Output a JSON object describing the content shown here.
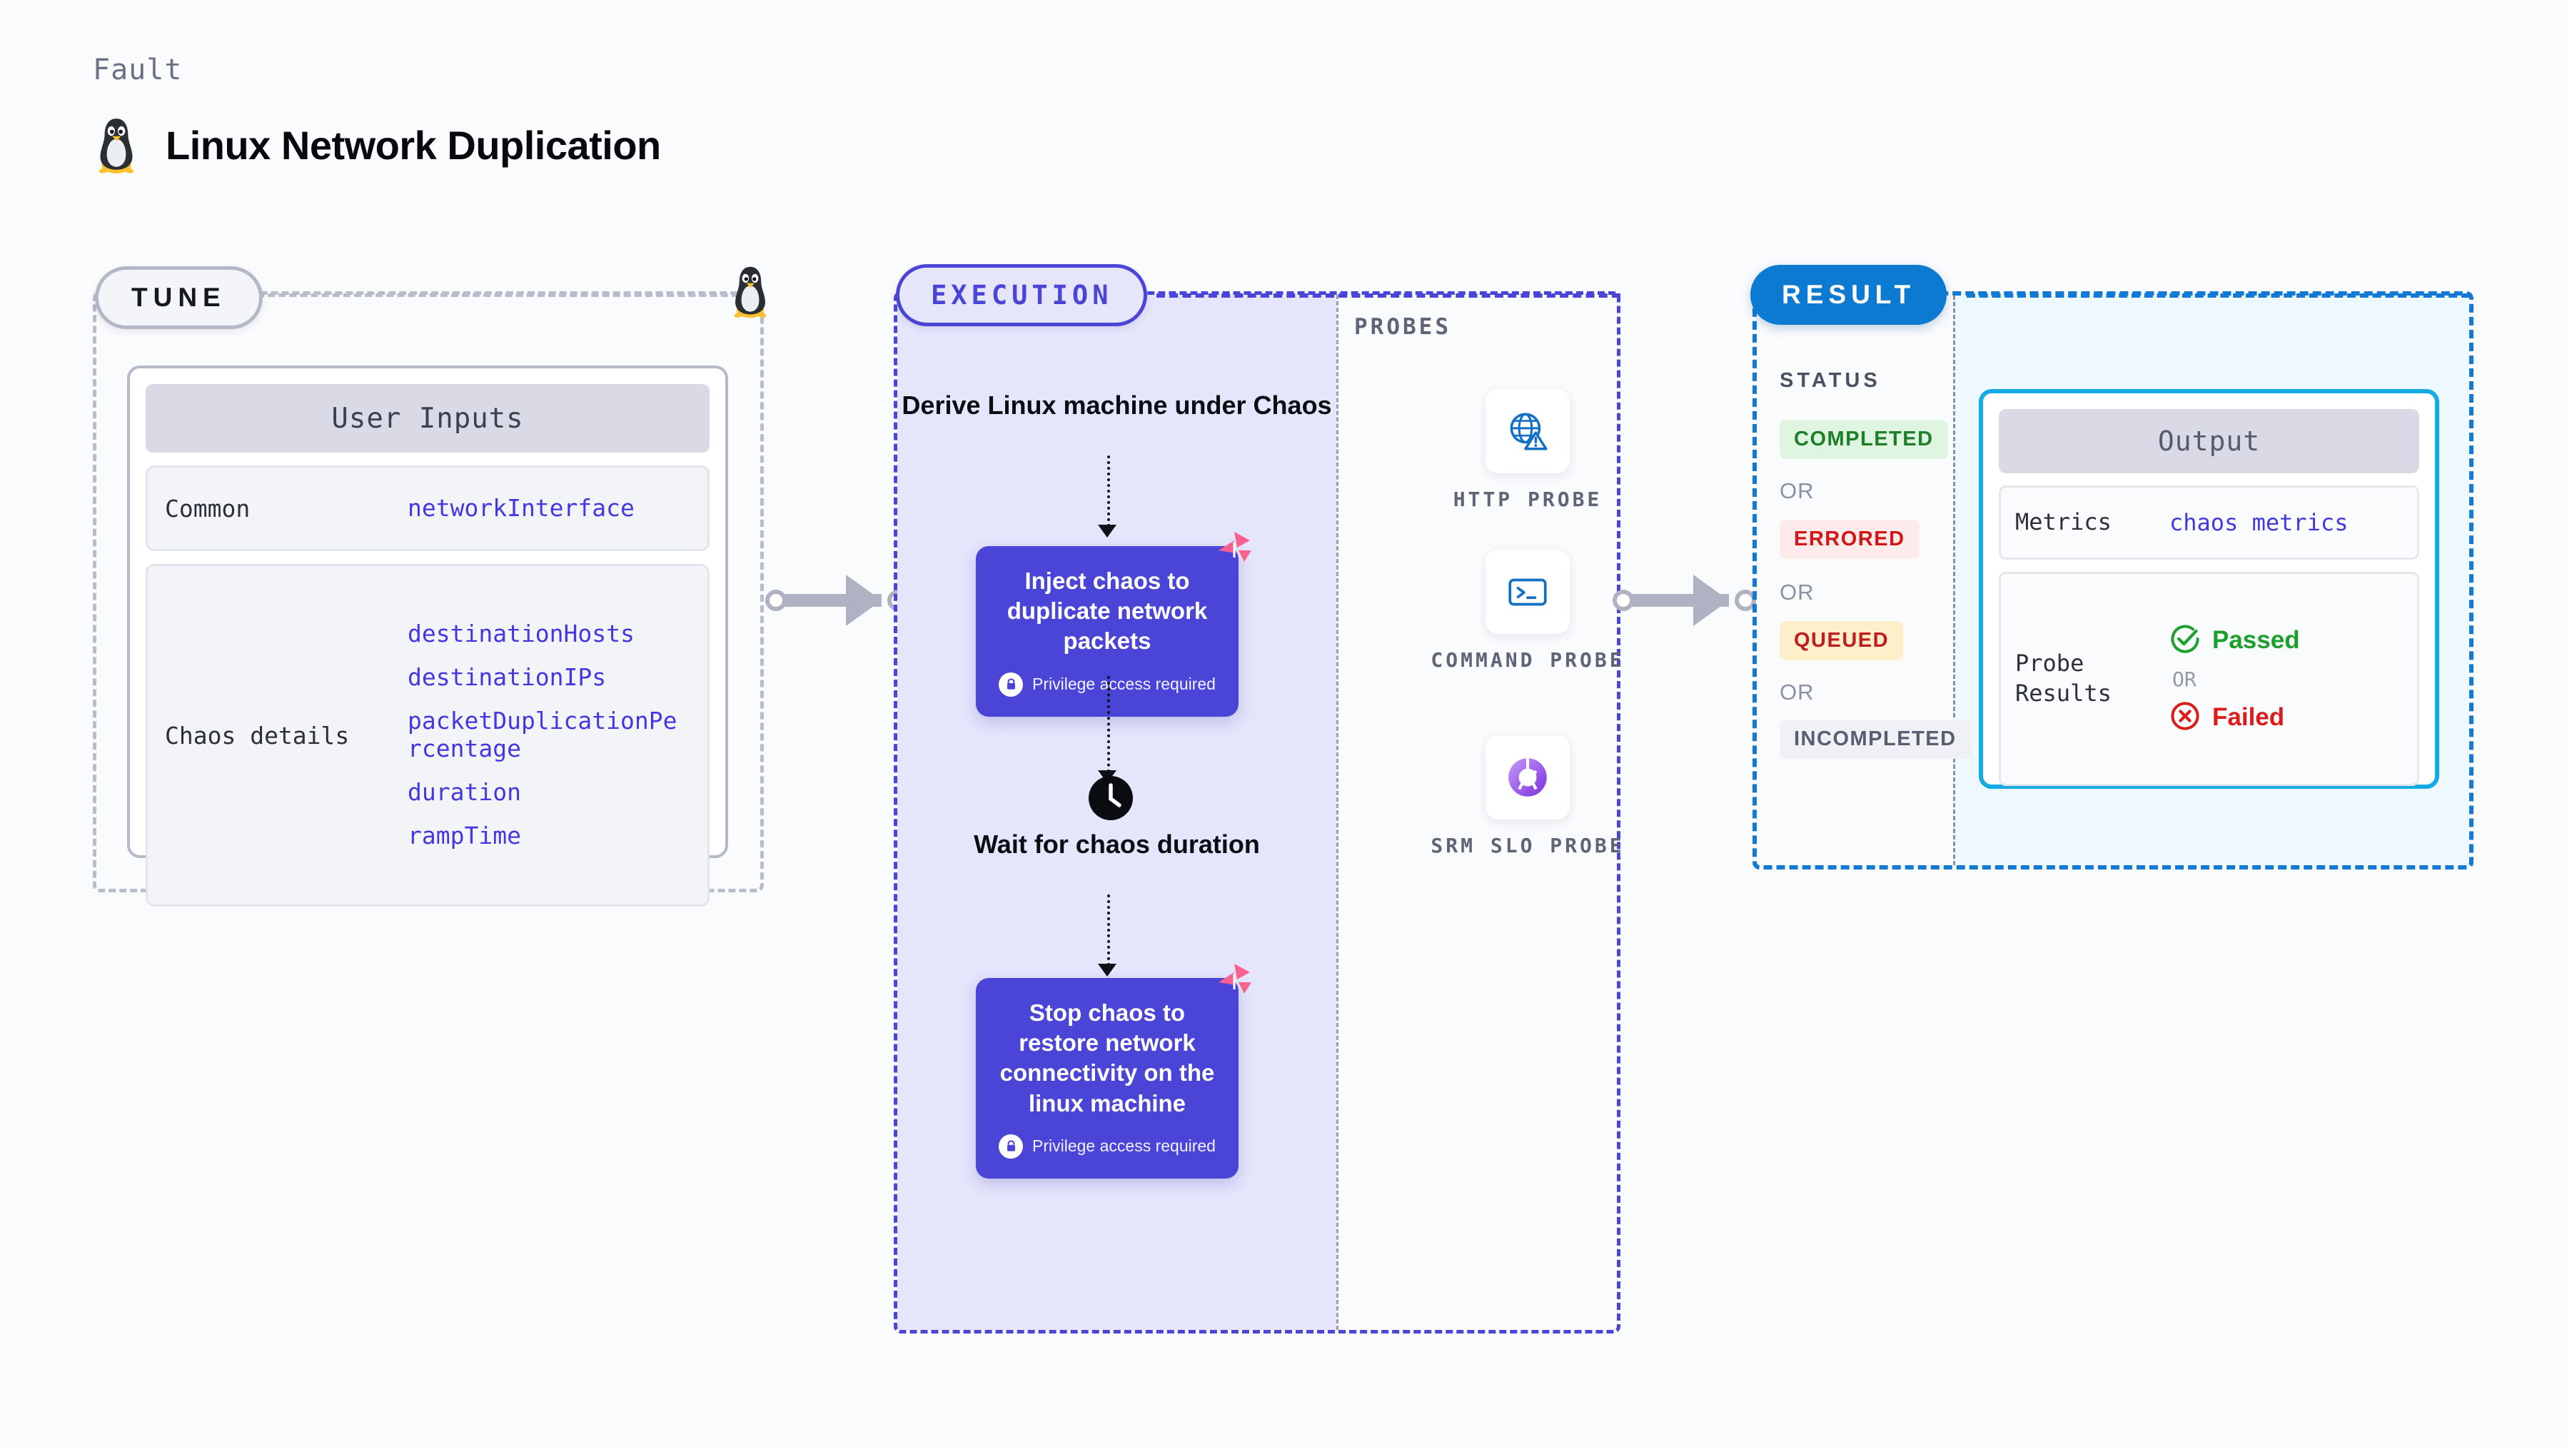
{
  "header": {
    "kicker": "Fault",
    "title": "Linux Network Duplication",
    "icon": "linux-tux-icon"
  },
  "tune": {
    "badge": "TUNE",
    "edge_icon": "linux-tux-icon",
    "card_title": "User Inputs",
    "sections": [
      {
        "label": "Common",
        "values": [
          "networkInterface"
        ]
      },
      {
        "label": "Chaos details",
        "values": [
          "destinationHosts",
          "destinationIPs",
          "packetDuplicationPercentage",
          "duration",
          "rampTime"
        ]
      }
    ]
  },
  "execution": {
    "badge": "EXECUTION",
    "steps": [
      {
        "type": "title",
        "text": "Derive Linux machine under Chaos"
      },
      {
        "type": "card",
        "text": "Inject chaos to duplicate network packets",
        "privilege": "Privilege access required",
        "badge_icon": "litmus-chaos-icon",
        "lock_icon": "lock-icon"
      },
      {
        "type": "title",
        "text": "Wait for chaos duration",
        "icon": "clock-icon"
      },
      {
        "type": "card",
        "text": "Stop chaos to restore network connectivity on the linux machine",
        "privilege": "Privilege access required",
        "badge_icon": "litmus-chaos-icon",
        "lock_icon": "lock-icon"
      }
    ]
  },
  "probes": {
    "label": "PROBES",
    "items": [
      {
        "name": "HTTP PROBE",
        "icon": "globe-warning-icon"
      },
      {
        "name": "COMMAND PROBE",
        "icon": "terminal-icon"
      },
      {
        "name": "SRM SLO PROBE",
        "icon": "srm-slo-donut-icon"
      }
    ]
  },
  "result": {
    "badge": "RESULT",
    "status_label": "STATUS",
    "or_text": "OR",
    "statuses": [
      {
        "label": "COMPLETED",
        "bg": "#dff5e1",
        "color": "#1d8029"
      },
      {
        "label": "ERRORED",
        "bg": "#fdeaea",
        "color": "#cf1717"
      },
      {
        "label": "QUEUED",
        "bg": "#fcefc9",
        "color": "#c21d1d"
      },
      {
        "label": "INCOMPLETED",
        "bg": "#f0f1f6",
        "color": "#585d70"
      }
    ],
    "output": {
      "title": "Output",
      "metrics_label": "Metrics",
      "metrics_value": "chaos metrics",
      "probe_results_label": "Probe Results",
      "passed": "Passed",
      "failed": "Failed",
      "or_text": "OR",
      "passed_icon": "check-circle-icon",
      "failed_icon": "x-circle-icon"
    }
  },
  "colors": {
    "accent_indigo": "#4a45d6",
    "accent_blue": "#0d7ad1",
    "accent_cyan": "#16aae5",
    "litmus_pink": "#f8628f",
    "mono_value": "#4338e0",
    "connector_gray": "#b0b2c4"
  }
}
